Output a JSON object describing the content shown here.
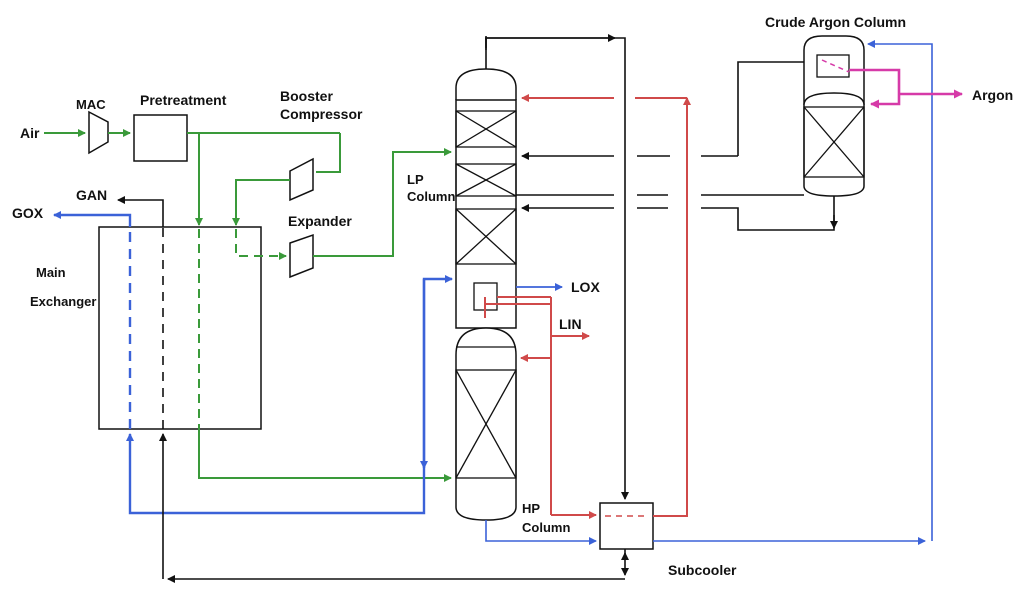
{
  "labels": {
    "air": "Air",
    "mac": "MAC",
    "pretreatment": "Pretreatment",
    "booster_compressor_1": "Booster",
    "booster_compressor_2": "Compressor",
    "gan": "GAN",
    "gox": "GOX",
    "expander": "Expander",
    "main_exchanger_1": "Main",
    "main_exchanger_2": "Exchanger",
    "lp_column_1": "LP",
    "lp_column_2": "Column",
    "lox": "LOX",
    "lin": "LIN",
    "hp_column_1": "HP",
    "hp_column_2": "Column",
    "subcooler": "Subcooler",
    "crude_argon_column": "Crude Argon Column",
    "argon": "Argon"
  },
  "colors": {
    "air_line": "#3a9a3a",
    "oxygen_line": "#3b62d8",
    "nitrogen_line": "#d04a4a",
    "argon_line": "#d63aa8",
    "process_line": "#111111"
  }
}
